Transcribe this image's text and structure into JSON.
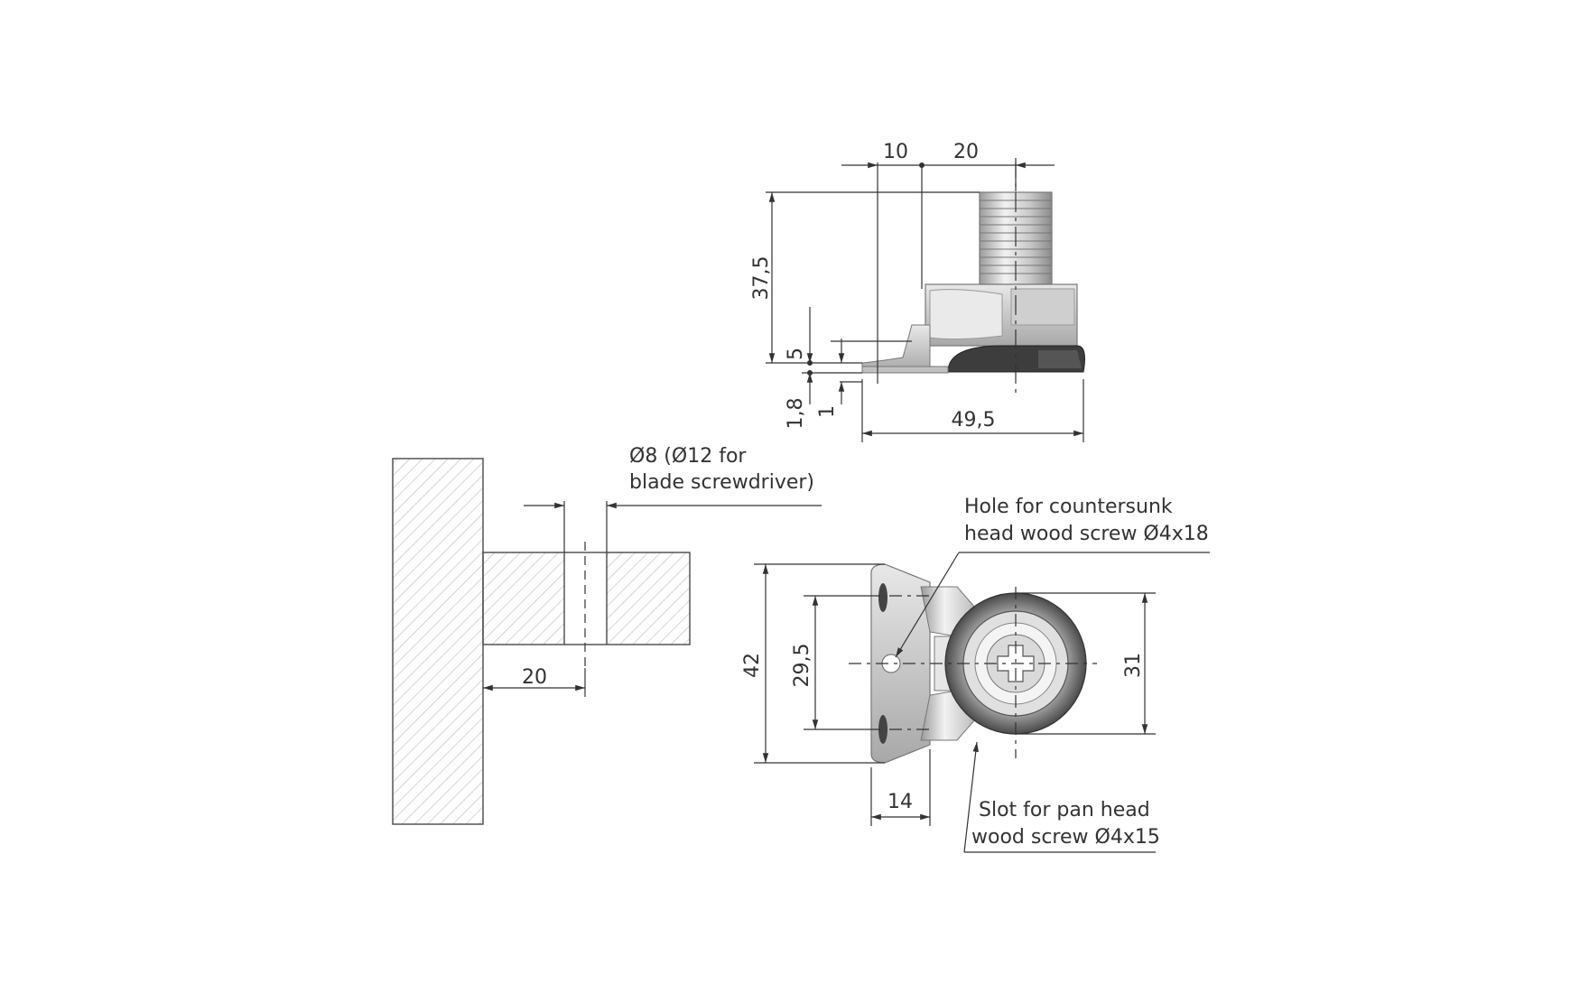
{
  "top_view": {
    "dims": {
      "d10": "10",
      "d20": "20",
      "d37_5": "37,5",
      "d5": "5",
      "d1_8": "1,8",
      "d1": "1",
      "d49_5": "49,5"
    }
  },
  "section_view": {
    "drill_note_line1": "Ø8 (Ø12 for",
    "drill_note_line2": "blade screwdriver)",
    "d20": "20"
  },
  "plan_view": {
    "hole_note_line1": "Hole for countersunk",
    "hole_note_line2": "head wood screw Ø4x18",
    "slot_note_line1": "Slot for pan head",
    "slot_note_line2": "wood screw Ø4x15",
    "d42": "42",
    "d29_5": "29,5",
    "d31": "31",
    "d14": "14"
  }
}
